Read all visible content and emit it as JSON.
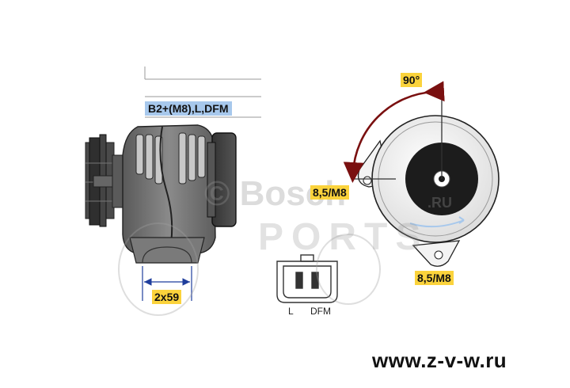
{
  "labels": {
    "terminals": "B2+(M8),L,DFM",
    "angle": "90°",
    "mount_thread_left": "8,5/M8",
    "mount_thread_bottom": "8,5/M8",
    "pulley": "2x59",
    "pin_l": "L",
    "pin_dfm": "DFM"
  },
  "watermark": {
    "brand": "© Bosch",
    "domain_suffix": ".RU",
    "ports": "PORTS"
  },
  "footer": {
    "website": "www.z-v-w.ru"
  },
  "colors": {
    "label_yellow": "#fbd33c",
    "label_blue": "#a7c8ec",
    "arrow_dark_red": "#7a1010",
    "body_gray": "#6e6e6e"
  }
}
